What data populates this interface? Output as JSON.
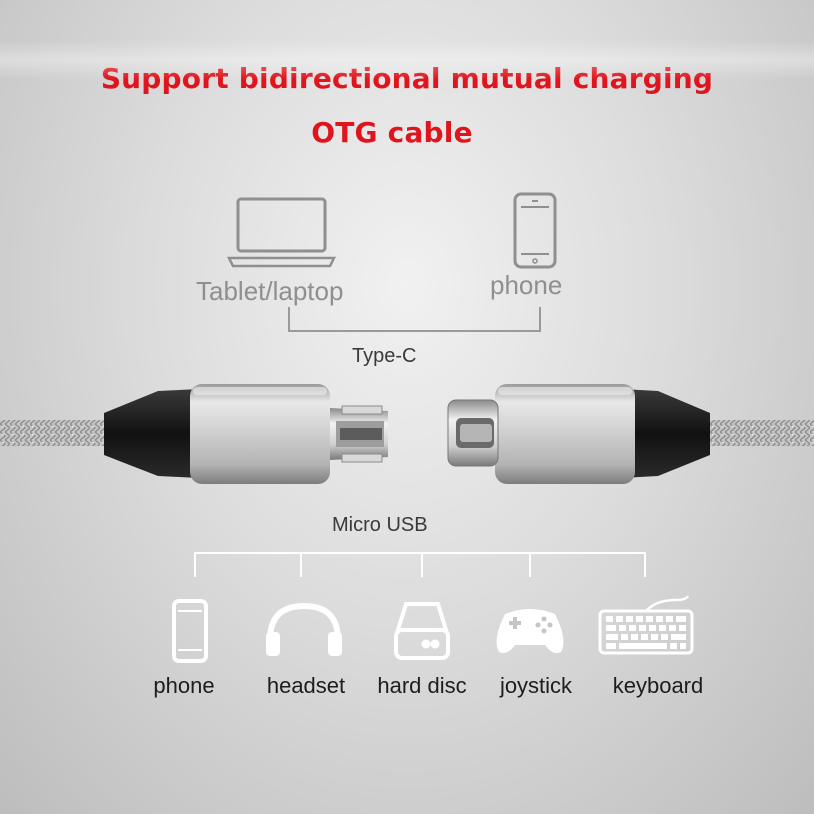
{
  "headline": {
    "line1": "Support bidirectional mutual charging",
    "line2": "OTG cable"
  },
  "type_c": {
    "label": "Type-C",
    "devices": [
      {
        "label": "Tablet/laptop",
        "icon": "laptop-icon"
      },
      {
        "label": "phone",
        "icon": "phone-icon"
      }
    ]
  },
  "micro_usb": {
    "label": "Micro USB",
    "devices": [
      {
        "label": "phone",
        "icon": "phone-icon"
      },
      {
        "label": "headset",
        "icon": "headset-icon"
      },
      {
        "label": "hard disc",
        "icon": "hard-disc-icon"
      },
      {
        "label": "joystick",
        "icon": "joystick-icon"
      },
      {
        "label": "keyboard",
        "icon": "keyboard-icon"
      }
    ]
  },
  "colors": {
    "headline": "#e0141c",
    "upper_icons": "#8f8f8f",
    "lower_icons": "#ffffff",
    "connector_metal": "#c9c9c9",
    "collar": "#1c1c1c"
  }
}
